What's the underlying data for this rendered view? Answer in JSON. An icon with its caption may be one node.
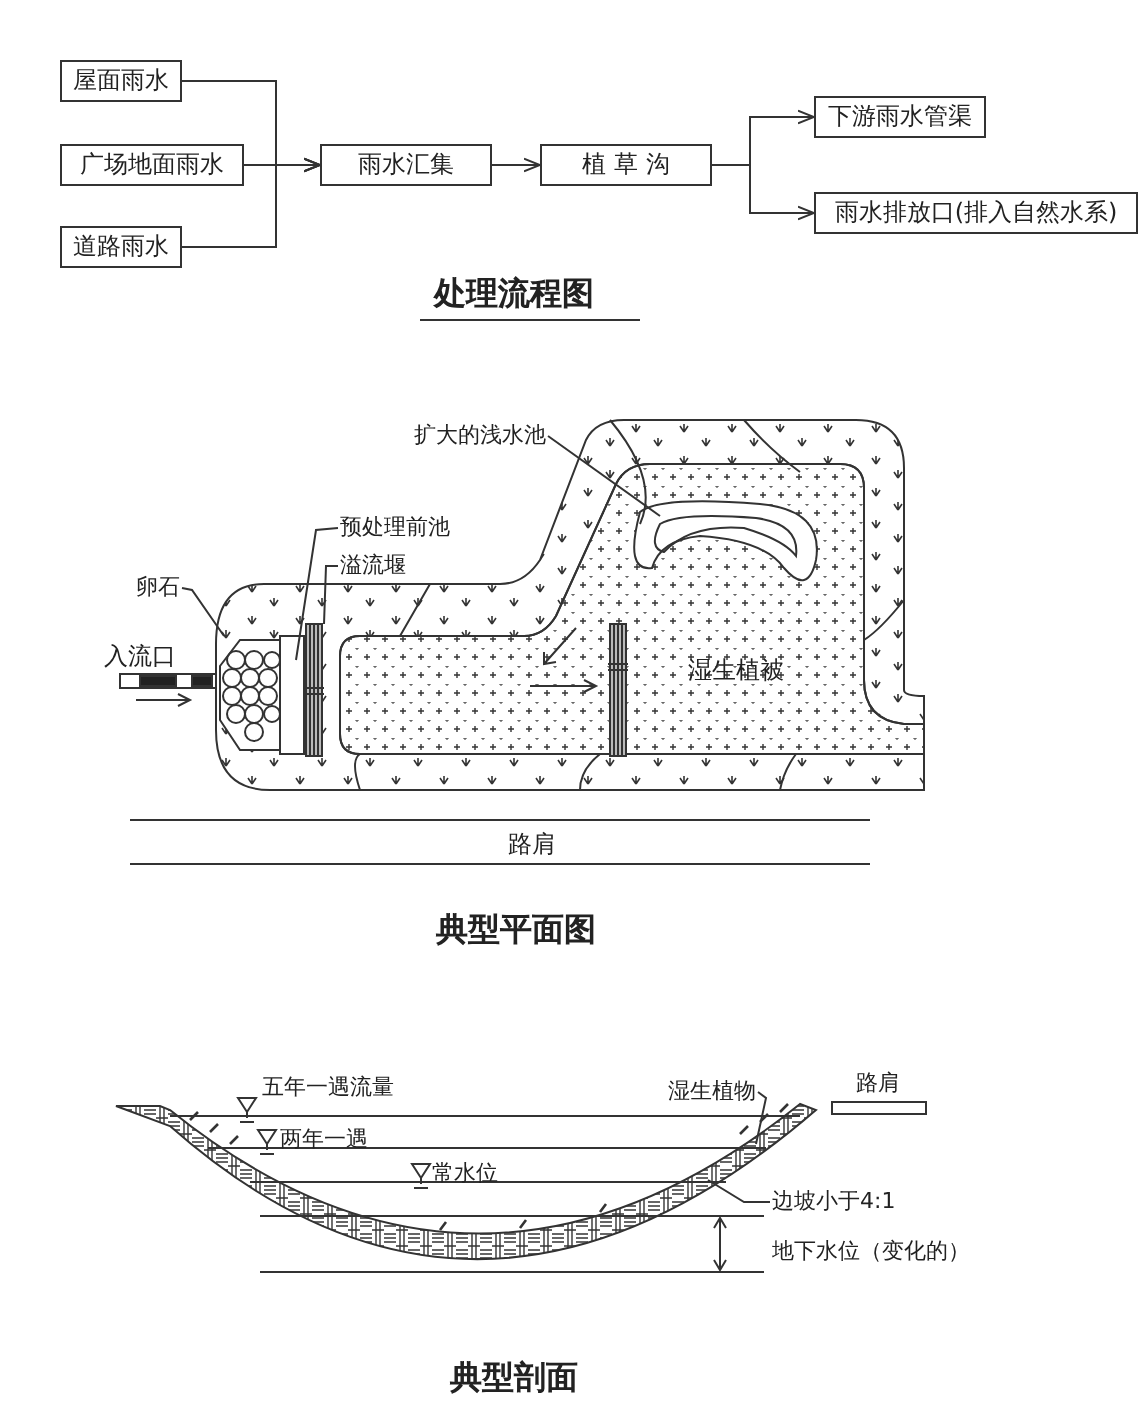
{
  "diagram": {
    "nodes": [
      {
        "text": [
          "屋面雨水"
        ]
      },
      {
        "text": [
          "广场地面雨水"
        ]
      },
      {
        "text": [
          "道路雨水"
        ]
      },
      {
        "text": [
          "雨水汇集"
        ]
      },
      {
        "text": [
          "植 草 沟"
        ]
      },
      {
        "text": [
          "下游雨水管渠"
        ]
      },
      {
        "text": [
          "雨水排放口(排入自然水系)"
        ]
      },
      {
        "text": [
          "扩大的浅水池"
        ]
      },
      {
        "text": [
          "预处理前池"
        ]
      },
      {
        "text": [
          "溢流堰"
        ]
      },
      {
        "text": [
          "卵石"
        ]
      },
      {
        "text": [
          "湿生植物"
        ]
      },
      {
        "text": [
          "边坡小于4:1"
        ]
      }
    ],
    "edges": [
      {
        "from": 0,
        "to": 3,
        "arrow": "to"
      },
      {
        "from": 1,
        "to": 3,
        "arrow": "to"
      },
      {
        "from": 2,
        "to": 3,
        "arrow": "to"
      },
      {
        "from": 3,
        "to": 4,
        "arrow": "to"
      },
      {
        "from": 4,
        "to": 5,
        "arrow": "to"
      },
      {
        "from": 4,
        "to": 6,
        "arrow": "to"
      },
      {
        "from": 7,
        "to": null,
        "arrow": "none"
      },
      {
        "from": 8,
        "to": null,
        "arrow": "none"
      },
      {
        "from": 9,
        "to": null,
        "arrow": "none"
      },
      {
        "from": 10,
        "to": null,
        "arrow": "none"
      },
      {
        "from": 11,
        "to": null,
        "arrow": "none"
      },
      {
        "from": 12,
        "to": null,
        "arrow": "none"
      }
    ],
    "labels": [
      "处理流程图",
      "入流口",
      "湿生植被",
      "路肩",
      "典型平面图",
      "五年一遇流量",
      "两年一遇",
      "常水位",
      "路肩",
      "地下水位（变化的）",
      "典型剖面"
    ]
  }
}
